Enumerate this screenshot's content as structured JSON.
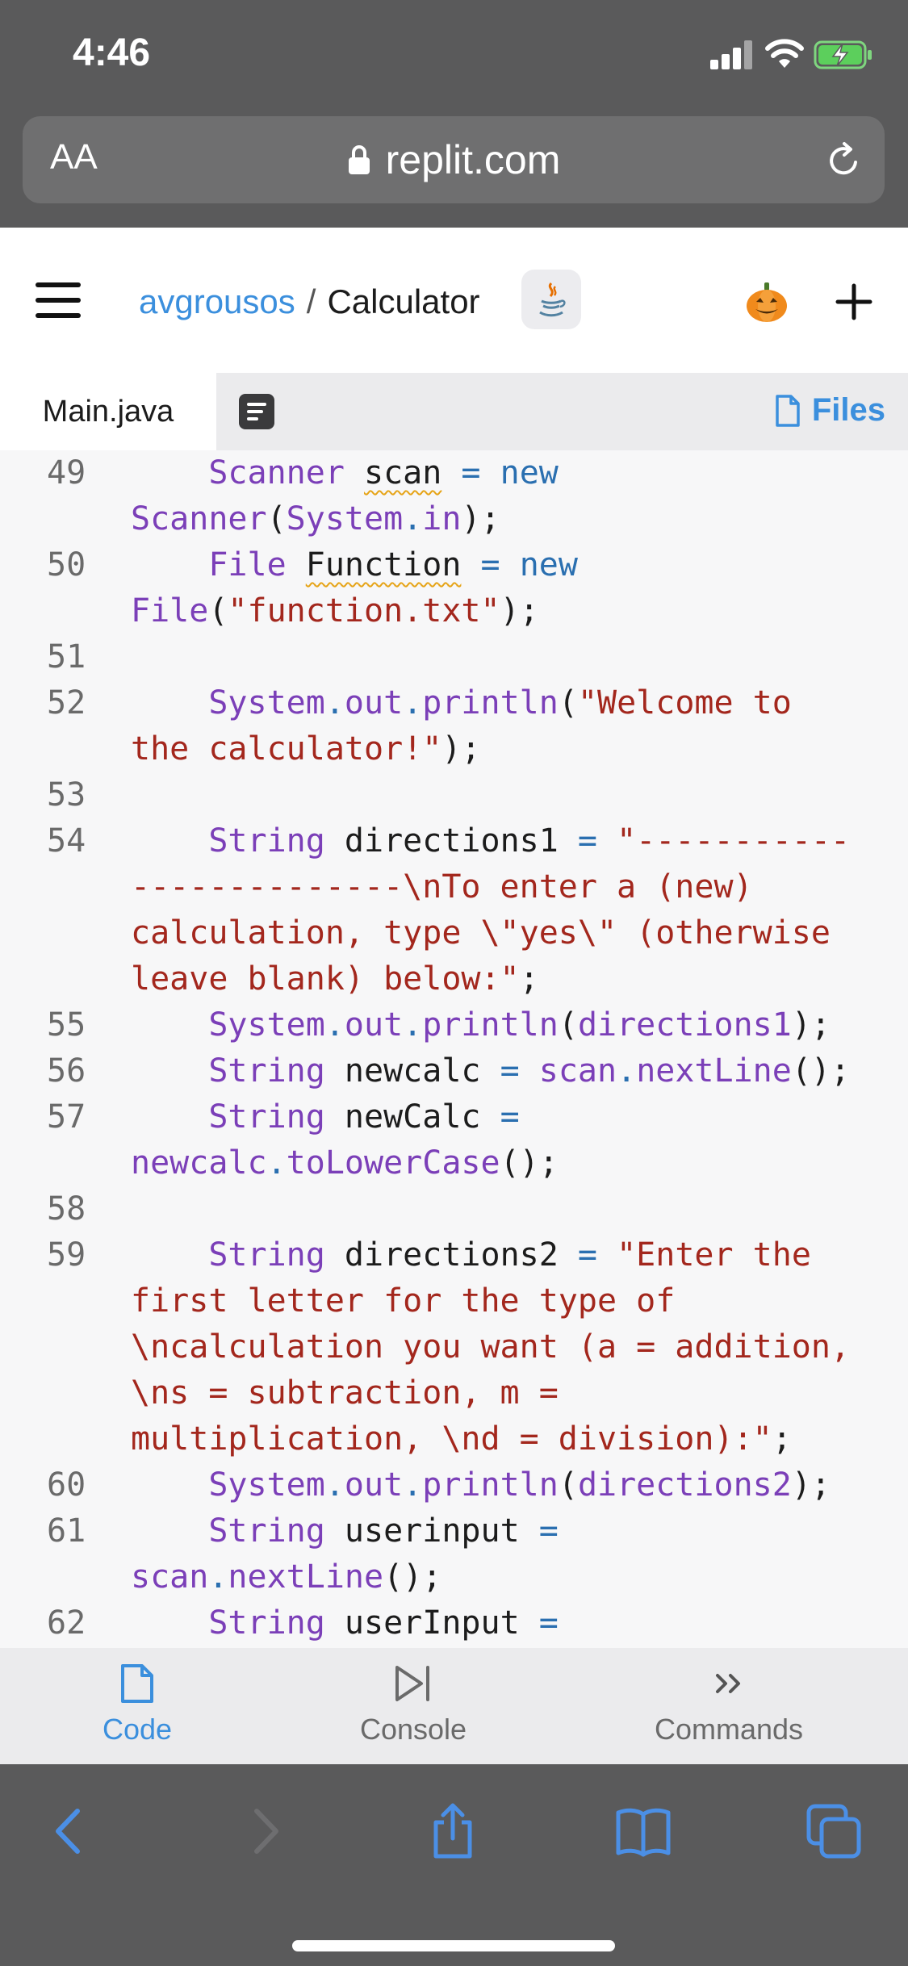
{
  "status_bar": {
    "time": "4:46"
  },
  "safari": {
    "font_size_button": "AA",
    "url": "replit.com"
  },
  "header": {
    "user": "avgrousos",
    "separator": "/",
    "repl_name": "Calculator"
  },
  "tabs": {
    "active_file": "Main.java",
    "files_label": "Files"
  },
  "code_lines": [
    {
      "number": "49",
      "tokens": [
        [
          "pl",
          "    "
        ],
        [
          "ty",
          "Scanner"
        ],
        [
          "pl",
          " "
        ],
        [
          "sq",
          "scan"
        ],
        [
          "pl",
          " "
        ],
        [
          "op",
          "="
        ],
        [
          "pl",
          " "
        ],
        [
          "kw",
          "new"
        ]
      ]
    },
    {
      "number": "",
      "tokens": [
        [
          "ty",
          "Scanner"
        ],
        [
          "pl",
          "("
        ],
        [
          "ty",
          "System"
        ],
        [
          "op",
          "."
        ],
        [
          "ty",
          "in"
        ],
        [
          "pl",
          ");"
        ]
      ]
    },
    {
      "number": "50",
      "tokens": [
        [
          "pl",
          "    "
        ],
        [
          "ty",
          "File"
        ],
        [
          "pl",
          " "
        ],
        [
          "sq",
          "Function"
        ],
        [
          "pl",
          " "
        ],
        [
          "op",
          "="
        ],
        [
          "pl",
          " "
        ],
        [
          "kw",
          "new"
        ]
      ]
    },
    {
      "number": "",
      "tokens": [
        [
          "ty",
          "File"
        ],
        [
          "pl",
          "("
        ],
        [
          "st",
          "\"function.txt\""
        ],
        [
          "pl",
          ");"
        ]
      ]
    },
    {
      "number": "51",
      "tokens": []
    },
    {
      "number": "52",
      "tokens": [
        [
          "pl",
          "    "
        ],
        [
          "ty",
          "System"
        ],
        [
          "op",
          "."
        ],
        [
          "ty",
          "out"
        ],
        [
          "op",
          "."
        ],
        [
          "ty",
          "println"
        ],
        [
          "pl",
          "("
        ],
        [
          "st",
          "\"Welcome to"
        ]
      ]
    },
    {
      "number": "",
      "tokens": [
        [
          "st",
          "the calculator!\""
        ],
        [
          "pl",
          ");"
        ]
      ]
    },
    {
      "number": "53",
      "tokens": []
    },
    {
      "number": "54",
      "tokens": [
        [
          "pl",
          "    "
        ],
        [
          "ty",
          "String"
        ],
        [
          "pl",
          " directions1 "
        ],
        [
          "op",
          "="
        ],
        [
          "pl",
          " "
        ],
        [
          "st",
          "\"-----------"
        ]
      ]
    },
    {
      "number": "",
      "tokens": [
        [
          "st",
          "--------------\\nTo enter a (new)"
        ]
      ]
    },
    {
      "number": "",
      "tokens": [
        [
          "st",
          "calculation, type \\\"yes\\\" (otherwise"
        ]
      ]
    },
    {
      "number": "",
      "tokens": [
        [
          "st",
          "leave blank) below:\""
        ],
        [
          "pl",
          ";"
        ]
      ]
    },
    {
      "number": "55",
      "tokens": [
        [
          "pl",
          "    "
        ],
        [
          "ty",
          "System"
        ],
        [
          "op",
          "."
        ],
        [
          "ty",
          "out"
        ],
        [
          "op",
          "."
        ],
        [
          "ty",
          "println"
        ],
        [
          "pl",
          "("
        ],
        [
          "ty",
          "directions1"
        ],
        [
          "pl",
          ");"
        ]
      ]
    },
    {
      "number": "56",
      "tokens": [
        [
          "pl",
          "    "
        ],
        [
          "ty",
          "String"
        ],
        [
          "pl",
          " newcalc "
        ],
        [
          "op",
          "="
        ],
        [
          "pl",
          " "
        ],
        [
          "ty",
          "scan"
        ],
        [
          "op",
          "."
        ],
        [
          "ty",
          "nextLine"
        ],
        [
          "pl",
          "();"
        ]
      ]
    },
    {
      "number": "57",
      "tokens": [
        [
          "pl",
          "    "
        ],
        [
          "ty",
          "String"
        ],
        [
          "pl",
          " newCalc "
        ],
        [
          "op",
          "="
        ]
      ]
    },
    {
      "number": "",
      "tokens": [
        [
          "ty",
          "newcalc"
        ],
        [
          "op",
          "."
        ],
        [
          "ty",
          "toLowerCase"
        ],
        [
          "pl",
          "();"
        ]
      ]
    },
    {
      "number": "58",
      "tokens": []
    },
    {
      "number": "59",
      "tokens": [
        [
          "pl",
          "    "
        ],
        [
          "ty",
          "String"
        ],
        [
          "pl",
          " directions2 "
        ],
        [
          "op",
          "="
        ],
        [
          "pl",
          " "
        ],
        [
          "st",
          "\"Enter the"
        ]
      ]
    },
    {
      "number": "",
      "tokens": [
        [
          "st",
          "first letter for the type of"
        ]
      ]
    },
    {
      "number": "",
      "tokens": [
        [
          "st",
          "\\ncalculation you want (a = addition,"
        ]
      ]
    },
    {
      "number": "",
      "tokens": [
        [
          "st",
          "\\ns = subtraction, m ="
        ]
      ]
    },
    {
      "number": "",
      "tokens": [
        [
          "st",
          "multiplication, \\nd = division):\""
        ],
        [
          "pl",
          ";"
        ]
      ]
    },
    {
      "number": "60",
      "tokens": [
        [
          "pl",
          "    "
        ],
        [
          "ty",
          "System"
        ],
        [
          "op",
          "."
        ],
        [
          "ty",
          "out"
        ],
        [
          "op",
          "."
        ],
        [
          "ty",
          "println"
        ],
        [
          "pl",
          "("
        ],
        [
          "ty",
          "directions2"
        ],
        [
          "pl",
          ");"
        ]
      ]
    },
    {
      "number": "61",
      "tokens": [
        [
          "pl",
          "    "
        ],
        [
          "ty",
          "String"
        ],
        [
          "pl",
          " userinput "
        ],
        [
          "op",
          "="
        ]
      ]
    },
    {
      "number": "",
      "tokens": [
        [
          "ty",
          "scan"
        ],
        [
          "op",
          "."
        ],
        [
          "ty",
          "nextLine"
        ],
        [
          "pl",
          "();"
        ]
      ]
    },
    {
      "number": "62",
      "tokens": [
        [
          "pl",
          "    "
        ],
        [
          "ty",
          "String"
        ],
        [
          "pl",
          " userInput "
        ],
        [
          "op",
          "="
        ]
      ]
    }
  ],
  "bottom_nav": {
    "code_label": "Code",
    "console_label": "Console",
    "commands_label": "Commands"
  },
  "colors": {
    "accent": "#3b8fdd",
    "keyword": "#2a6fb0",
    "identifier": "#7b3fb8",
    "string": "#a3271d",
    "safari_chrome": "#5a5a5b"
  }
}
